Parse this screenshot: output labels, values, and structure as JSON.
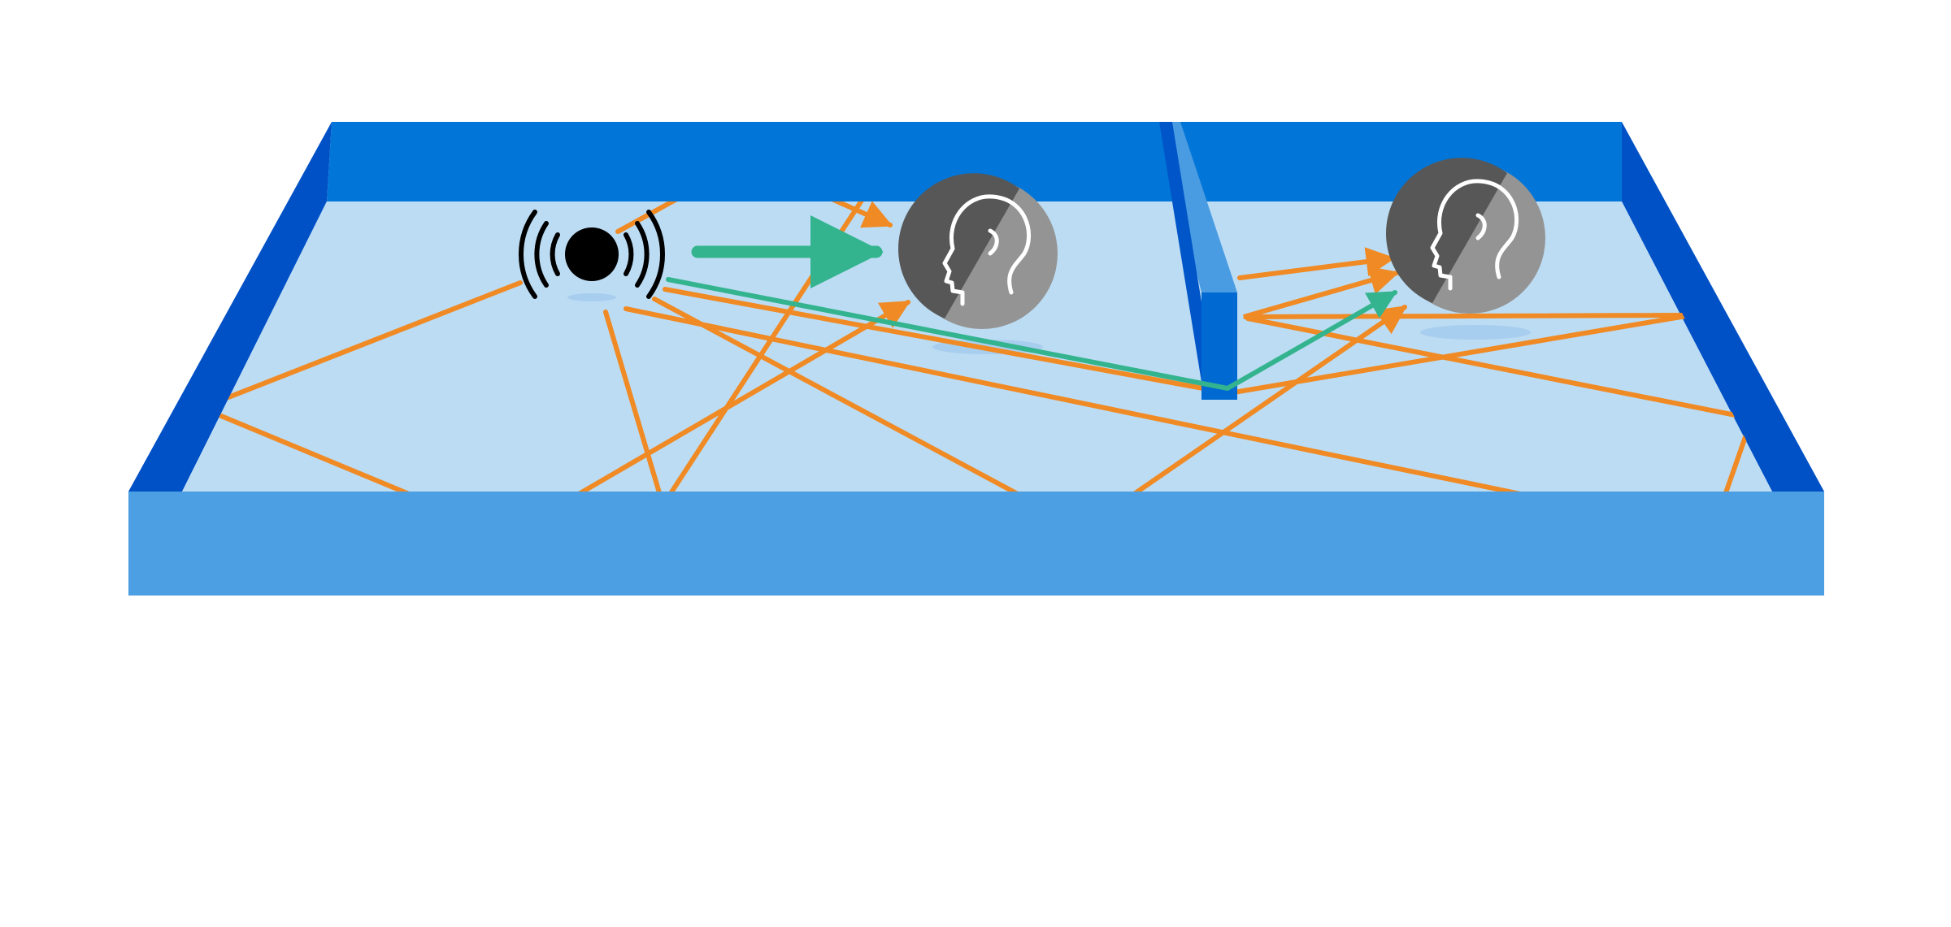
{
  "colors": {
    "background": "#ffffff",
    "floor": "#bcdcf3",
    "back_wall": "#0276d8",
    "side_wall": "#0050c6",
    "front_wall": "#4c9fe2",
    "partition_face": "#4a9ce2",
    "partition_edge": "#0056c8",
    "partition_top": "#0069d2",
    "reflection_path": "#f08a24",
    "direct_path": "#33b48e",
    "source": "#000000",
    "listener_dark": "#575757",
    "listener_light": "#949494",
    "head_outline": "#ffffff",
    "floor_shadow": "#9fc8ec"
  },
  "scene": {
    "sound_source": {
      "icon": "speaker-emitting-sound-icon"
    },
    "listeners": [
      {
        "name": "listener-near",
        "icon": "human-head-profile-icon"
      },
      {
        "name": "listener-behind-partition",
        "icon": "human-head-profile-icon"
      }
    ],
    "direct_paths": [
      {
        "name": "direct-path-to-near-listener",
        "reaches": "listener-near"
      },
      {
        "name": "diffracted-path-around-partition",
        "reaches": "listener-behind-partition"
      }
    ],
    "reflection_paths": {
      "description_kind": "sound-reflection-rays"
    }
  }
}
